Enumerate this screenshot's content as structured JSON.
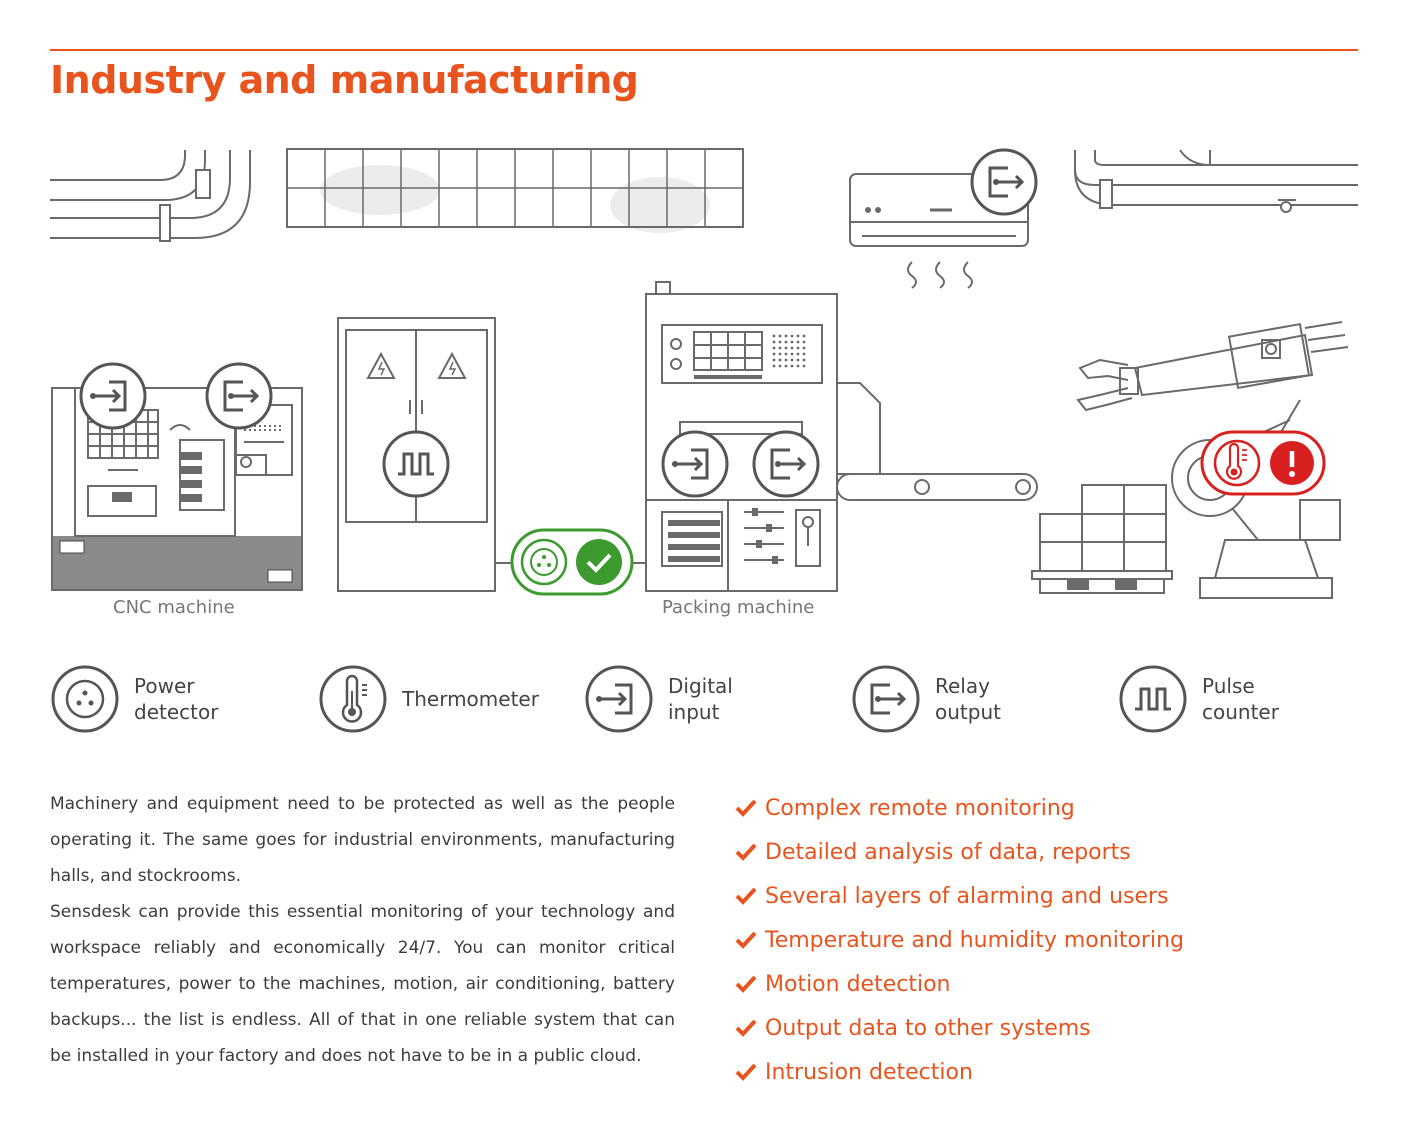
{
  "title": "Industry and manufacturing",
  "colors": {
    "accent": "#e8541e",
    "ok": "#3c9a2f",
    "alarm": "#d82020",
    "line": "#6a6a6a"
  },
  "machines": {
    "cnc_label": "CNC machine",
    "packing_label": "Packing machine"
  },
  "legend": [
    {
      "icon": "power-detector-icon",
      "label": "Power\ndetector"
    },
    {
      "icon": "thermometer-icon",
      "label": "Thermometer"
    },
    {
      "icon": "digital-input-icon",
      "label": "Digital\ninput"
    },
    {
      "icon": "relay-output-icon",
      "label": "Relay\noutput"
    },
    {
      "icon": "pulse-counter-icon",
      "label": "Pulse\ncounter"
    }
  ],
  "description": [
    "Machinery and equipment need to be protected as well as the people operating it. The same goes for industrial environments, manufacturing halls, and stockrooms.",
    "Sensdesk can provide this essential monitoring of your technology and workspace reliably and economically 24/7. You can monitor critical temperatures, power to the machines, motion, air conditioning, battery backups... the list is endless. All of that in one reliable system that can be installed in your factory and does not have to be in a public cloud."
  ],
  "features": [
    "Complex remote monitoring",
    "Detailed analysis of data, reports",
    "Several layers of alarming and users",
    "Temperature and humidity monitoring",
    "Motion detection",
    "Output data to other systems",
    "Intrusion detection"
  ]
}
